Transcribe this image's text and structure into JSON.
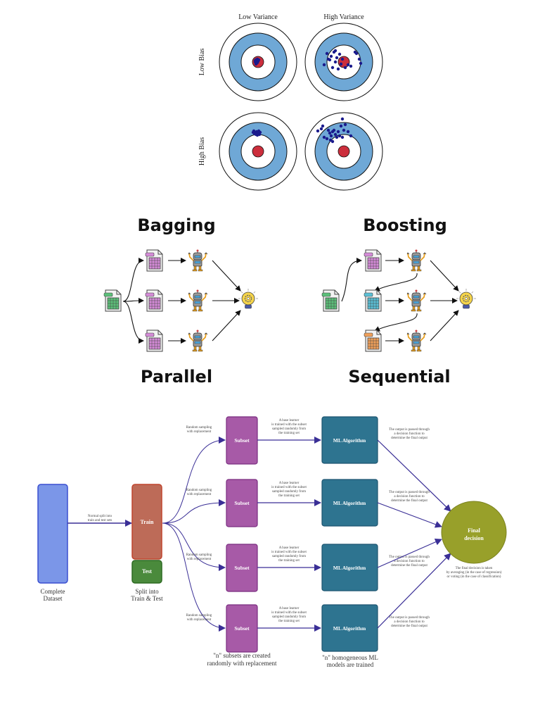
{
  "bias_variance": {
    "col_labels": [
      "Low Variance",
      "High Variance"
    ],
    "row_labels": [
      "Low Bias",
      "High Bias"
    ],
    "colors": {
      "ring_blue": "#6fa8d6",
      "bullseye_red": "#cc2e3c",
      "dot_blue": "#1a1a8c",
      "ring_stroke": "#111111"
    }
  },
  "bagging": {
    "title": "Bagging",
    "subtitle": "Parallel",
    "dataset_colors": [
      "#d58bd8",
      "#d58bd8",
      "#d58bd8"
    ]
  },
  "boosting": {
    "title": "Boosting",
    "subtitle": "Sequential",
    "dataset_colors": [
      "#d58bd8",
      "#5bc0d6",
      "#f0a05a"
    ]
  },
  "ensemble_flow": {
    "dataset_label": "Complete Dataset",
    "dataset_label_lines": [
      "Complete",
      "Dataset"
    ],
    "split_arrow_lines": [
      "Normal split into",
      "train and test sets"
    ],
    "train_label": "Train",
    "test_label": "Test",
    "split_caption_lines": [
      "Split into",
      "Train & Test"
    ],
    "sampling_lines": [
      "Random sampling",
      "with replacement"
    ],
    "subset_label": "Subset",
    "learner_lines": [
      "A base learner",
      "is trained with the subset",
      "sampled randomly from",
      "the training set"
    ],
    "ml_label": "ML Algorithm",
    "output_lines": [
      "The output is passed through",
      "a decision function to",
      "determine the final output"
    ],
    "final_lines": [
      "Final",
      "decision"
    ],
    "final_caption_lines": [
      "The final decision is taken",
      "by averaging (in the case of regression)",
      "or voting (in the case of classification)"
    ],
    "subsets_caption_lines": [
      "\"n\"  subsets are created",
      "randomly with replacement"
    ],
    "models_caption_lines": [
      "\"n\"  homogeneous ML",
      "models are trained"
    ],
    "colors": {
      "dataset": "#7b96e8",
      "dataset_border": "#3a4fd0",
      "train": "#bd6b58",
      "train_border": "#c0452e",
      "test": "#4a8a3c",
      "test_border": "#2d6a22",
      "subset": "#a75aa7",
      "subset_border": "#7a2d80",
      "ml": "#2e7490",
      "ml_border": "#1d5570",
      "final": "#98a02a",
      "final_border": "#7b8220",
      "arrow": "#3a2f96"
    }
  }
}
